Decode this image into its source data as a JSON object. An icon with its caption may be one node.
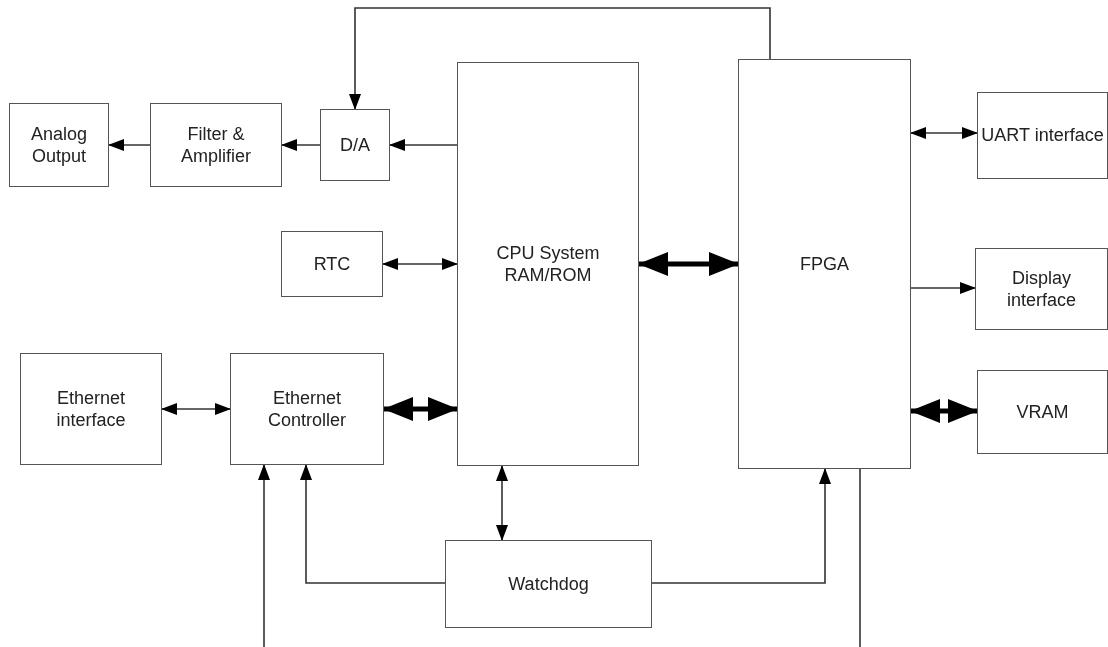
{
  "diagram": {
    "nodes": [
      {
        "text": [
          "Analog Output"
        ]
      },
      {
        "text": [
          "Filter & Amplifier"
        ]
      },
      {
        "text": [
          "D/A"
        ]
      },
      {
        "text": [
          "CPU System RAM/ROM"
        ]
      },
      {
        "text": [
          "FPGA"
        ]
      },
      {
        "text": [
          "UART interface"
        ]
      },
      {
        "text": [
          "RTC"
        ]
      },
      {
        "text": [
          "Display interface"
        ]
      },
      {
        "text": [
          "Ethernet interface"
        ]
      },
      {
        "text": [
          "Ethernet Controller"
        ]
      },
      {
        "text": [
          "VRAM"
        ]
      },
      {
        "text": [
          "Watchdog"
        ]
      }
    ],
    "edges": [
      {
        "from": 4,
        "to": 2,
        "arrow": "to"
      },
      {
        "from": 3,
        "to": 2,
        "arrow": "to"
      },
      {
        "from": 2,
        "to": 1,
        "arrow": "to"
      },
      {
        "from": 1,
        "to": 0,
        "arrow": "to"
      },
      {
        "from": 6,
        "to": 3,
        "arrow": "both"
      },
      {
        "from": 3,
        "to": 4,
        "arrow": "both",
        "style": "thick"
      },
      {
        "from": 4,
        "to": 5,
        "arrow": "both"
      },
      {
        "from": 4,
        "to": 7,
        "arrow": "to"
      },
      {
        "from": 4,
        "to": 10,
        "arrow": "both",
        "style": "thick"
      },
      {
        "from": 8,
        "to": 9,
        "arrow": "both"
      },
      {
        "from": 9,
        "to": 3,
        "arrow": "both",
        "style": "thick"
      },
      {
        "from": 3,
        "to": 11,
        "arrow": "both"
      },
      {
        "from": 11,
        "to": 9,
        "arrow": "to"
      },
      {
        "from": 11,
        "to": 4,
        "arrow": "to"
      },
      {
        "from": null,
        "to": 9,
        "arrow": "to"
      },
      {
        "from": 4,
        "to": null,
        "arrow": "none"
      }
    ]
  }
}
